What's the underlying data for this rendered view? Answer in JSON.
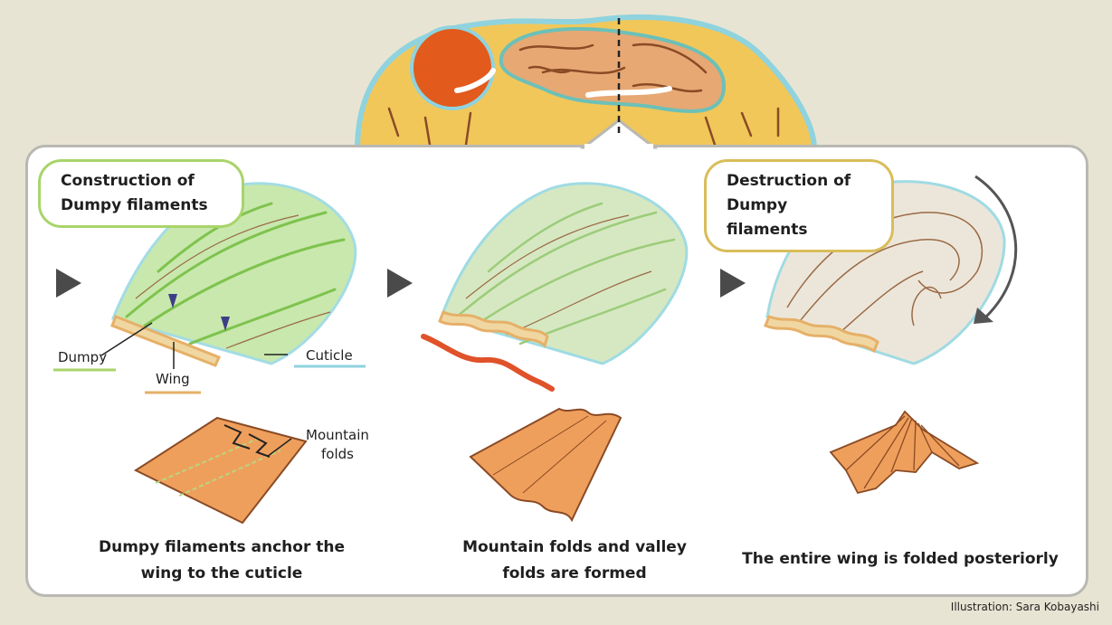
{
  "colors": {
    "background": "#e8e4d3",
    "panel": "#ffffff",
    "construction_accent": "#a9d46a",
    "destruction_accent": "#d9bd5a",
    "dumpy_green": "#7fc64d",
    "wing_tan": "#e8b46a",
    "cuticle_blue": "#8fd3de",
    "fold_red": "#e0522a",
    "orange_sheet": "#ef9f5c"
  },
  "titles": {
    "construction": "Construction of Dumpy filaments",
    "destruction": "Destruction of Dumpy filaments"
  },
  "labels": {
    "dumpy": "Dumpy",
    "wing": "Wing",
    "cuticle": "Cuticle",
    "mountain_folds": "Mountain folds"
  },
  "captions": {
    "step1": "Dumpy filaments anchor the wing to the cuticle",
    "step2": "Mountain folds and valley folds are formed",
    "step3": "The entire wing is folded posteriorly"
  },
  "credit": "Illustration: Sara Kobayashi",
  "icons": [
    "play-arrow-icon",
    "play-arrow-icon",
    "play-arrow-icon",
    "curved-arrow-icon",
    "dashed-midline"
  ]
}
